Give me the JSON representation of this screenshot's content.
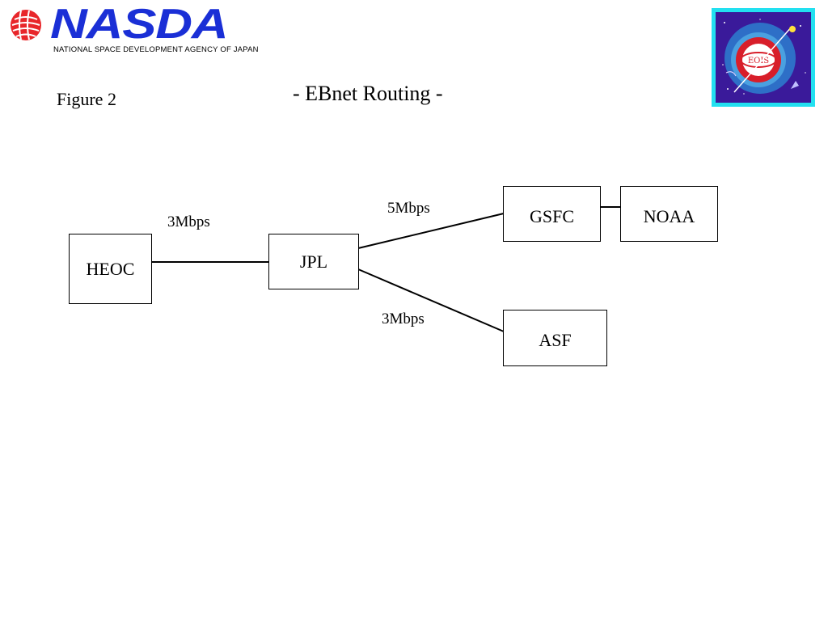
{
  "header": {
    "logo_word": "NASDA",
    "logo_subtitle": "NATIONAL SPACE DEVELOPMENT AGENCY OF JAPAN",
    "badge_text": "EOIS",
    "brand_color": "#1a2fd6",
    "badge_frame_color": "#22e0f0",
    "badge_background_color": "#3a1a9a"
  },
  "figure_label": "Figure 2",
  "title": "- EBnet Routing -",
  "nodes": {
    "heoc": "HEOC",
    "jpl": "JPL",
    "gsfc": "GSFC",
    "noaa": "NOAA",
    "asf": "ASF"
  },
  "links": {
    "heoc_jpl": "3Mbps",
    "jpl_gsfc": "5Mbps",
    "jpl_asf": "3Mbps"
  }
}
